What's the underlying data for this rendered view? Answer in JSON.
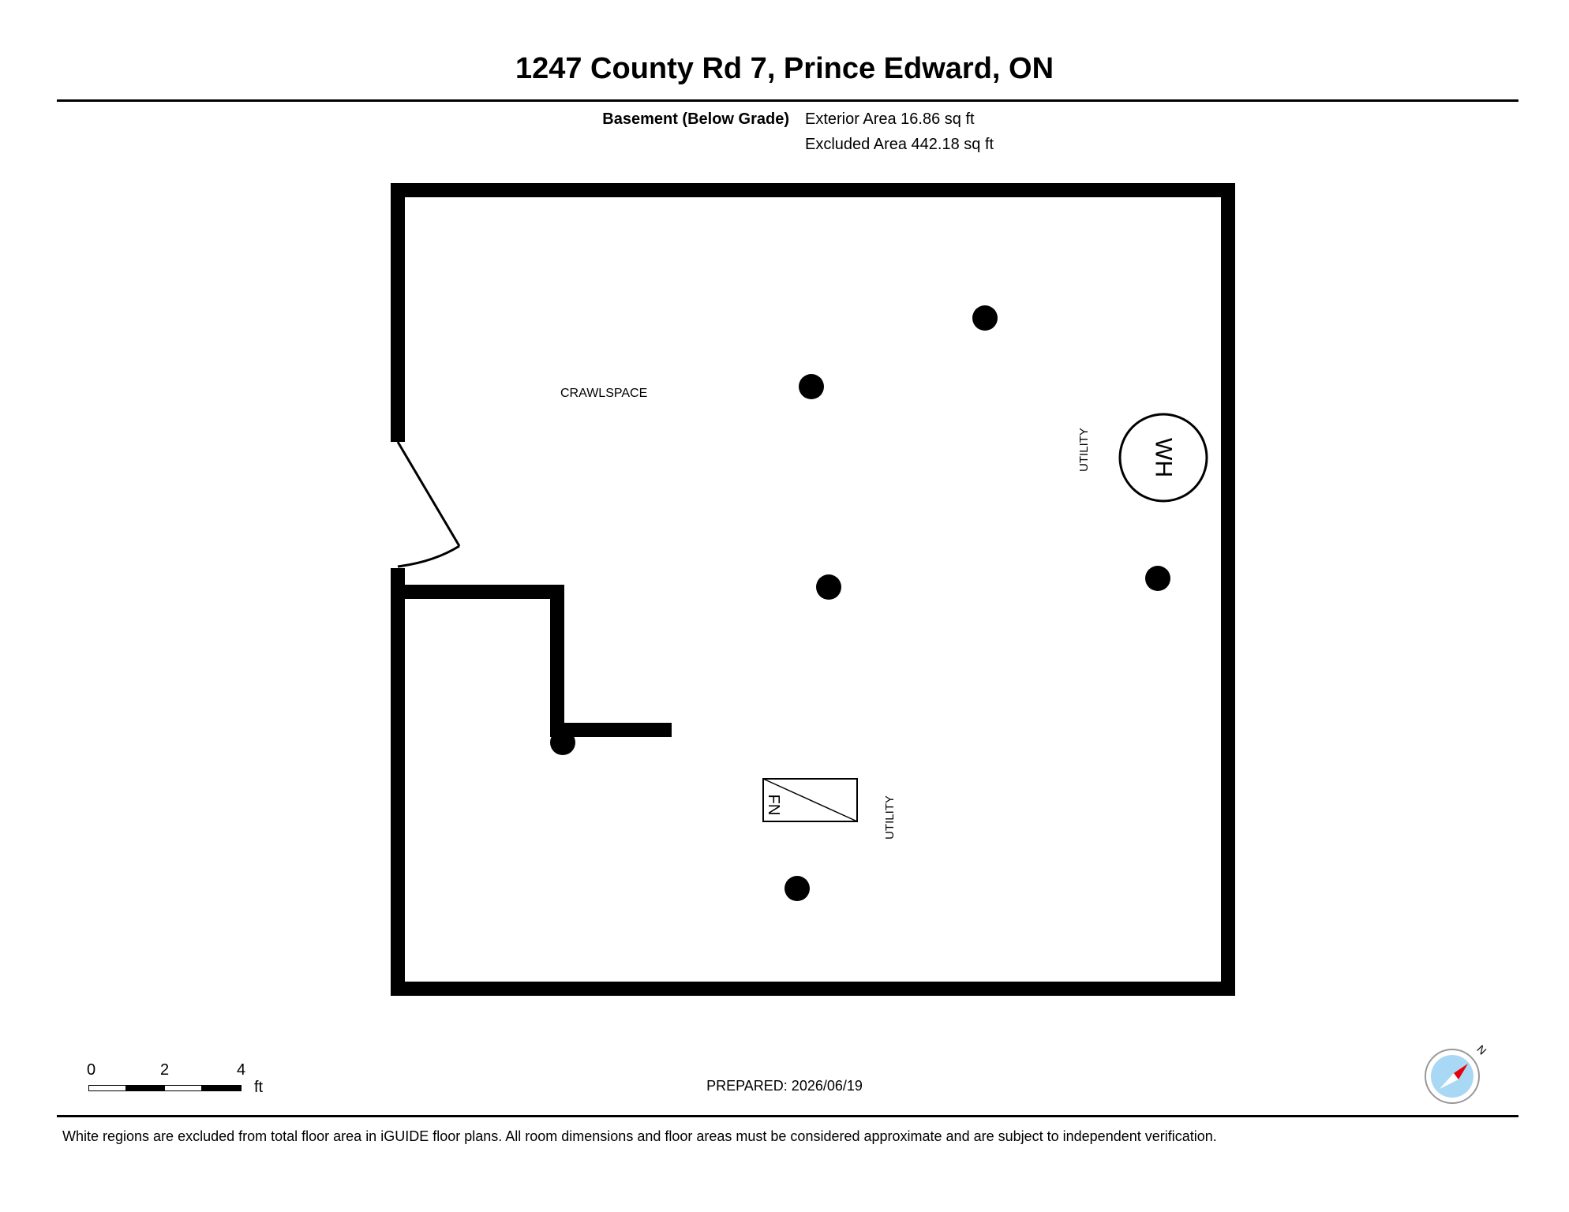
{
  "header": {
    "title": "1247 County Rd 7, Prince Edward, ON"
  },
  "summary": {
    "floor_label": "Basement (Below Grade)",
    "exterior_area": "Exterior Area 16.86 sq ft",
    "excluded_area": "Excluded Area 442.18 sq ft"
  },
  "plan": {
    "room_crawlspace": "CRAWLSPACE",
    "room_utility_1": "UTILITY",
    "room_utility_2": "UTILITY",
    "water_heater": "WH",
    "furnace": "FN"
  },
  "scale_bar": {
    "label_0": "0",
    "label_2": "2",
    "label_4": "4",
    "unit": "ft"
  },
  "prepared": "PREPARED: 2026/06/19",
  "compass": {
    "north_label": "N",
    "needle_color": "#e8000b",
    "disc_color": "#a9d8f5"
  },
  "footer": {
    "disclaimer": "White regions are excluded from total floor area in iGUIDE floor plans. All room dimensions and floor areas must be considered approximate and are subject to independent verification."
  }
}
